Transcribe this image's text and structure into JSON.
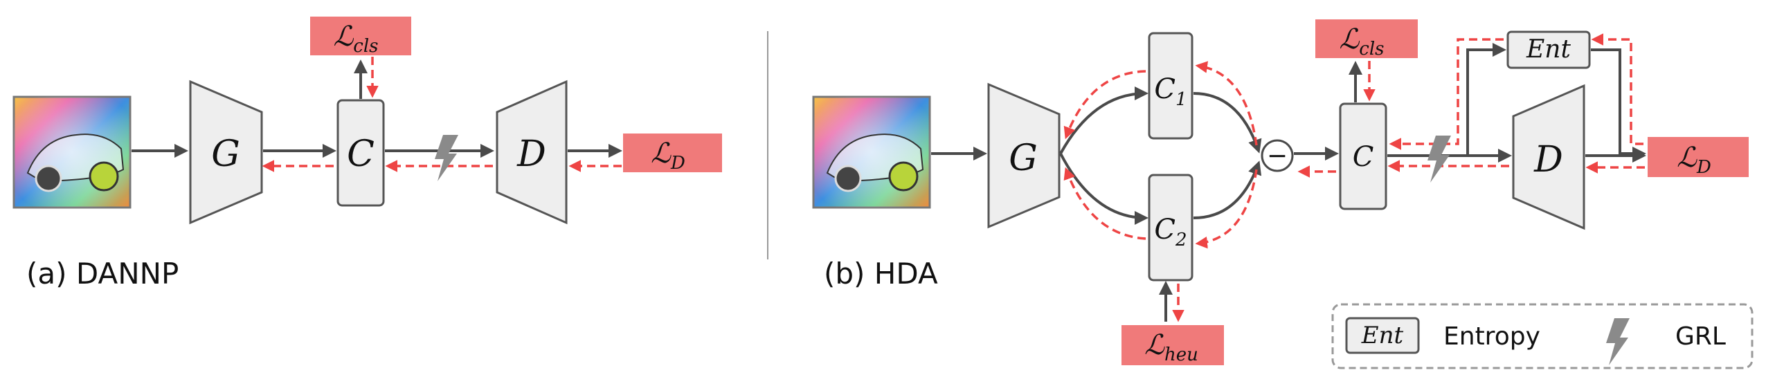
{
  "dannp": {
    "caption": "(a)  DANNP",
    "g": "G",
    "c": "C",
    "d": "D",
    "loss_cls": "ℒ",
    "loss_cls_sub": "cls",
    "loss_d": "ℒ",
    "loss_d_sub": "D"
  },
  "hda": {
    "caption": "(b) HDA",
    "g": "G",
    "c1": "C",
    "c1_sub": "1",
    "c2": "C",
    "c2_sub": "2",
    "c": "C",
    "d": "D",
    "ent": "Ent",
    "minus": "−",
    "loss_cls": "ℒ",
    "loss_cls_sub": "cls",
    "loss_d": "ℒ",
    "loss_d_sub": "D",
    "loss_heu": "ℒ",
    "loss_heu_sub": "heu"
  },
  "legend": {
    "ent_symbol": "Ent",
    "ent_label": "Entropy",
    "grl_label": "GRL"
  },
  "colors": {
    "forward": "#4a4a4a",
    "backward": "#ee4444",
    "loss": "#f07a7a",
    "block": "#eeeeee"
  }
}
